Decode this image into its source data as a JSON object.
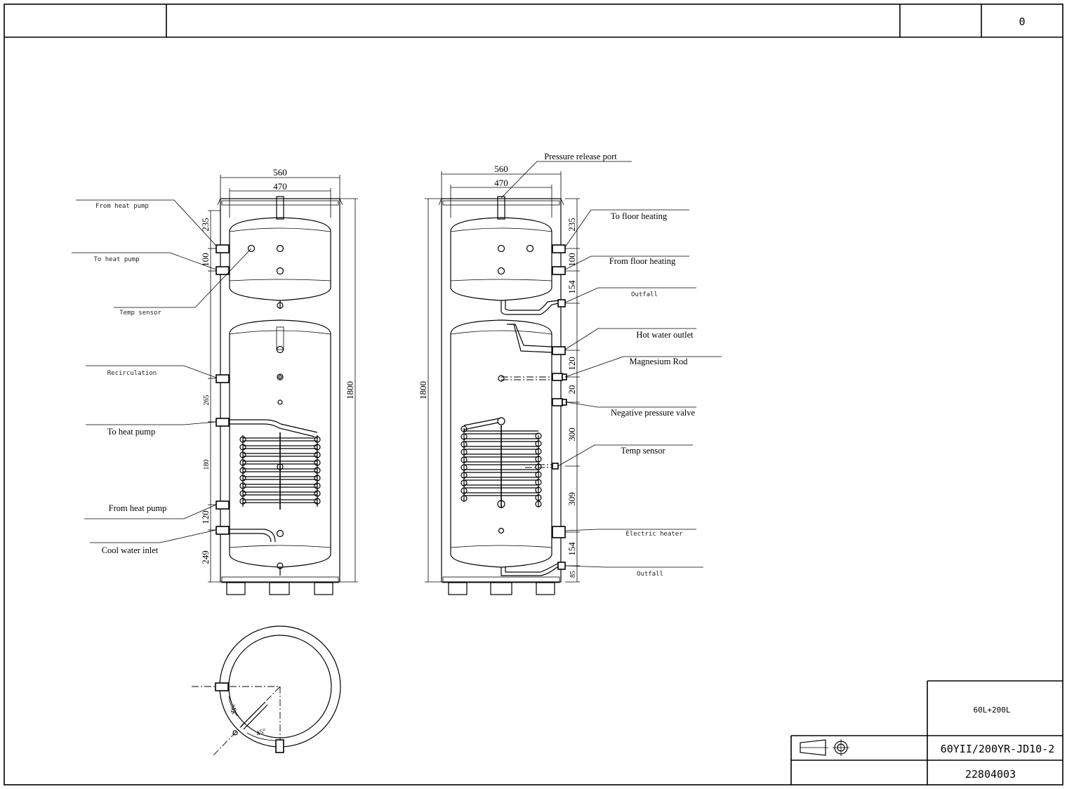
{
  "title_block": {
    "revision": "0",
    "capacity": "60L+200L",
    "model": "60YII/200YR-JD10-2",
    "drawing_no": "22804003"
  },
  "left_view": {
    "width_outer": "560",
    "width_inner": "470",
    "height": "1800",
    "labels": {
      "from_heat_pump_top": "From heat pump",
      "to_heat_pump_top": "To heat pump",
      "temp_sensor": "Temp sensor",
      "recirculation": "Recirculation",
      "to_heat_pump": "To heat pump",
      "from_heat_pump": "From heat pump",
      "cool_water_inlet": "Cool water inlet"
    },
    "dims": {
      "d235": "235",
      "d100": "100",
      "d265": "265",
      "d180": "180",
      "d120": "120",
      "d249": "249"
    }
  },
  "right_view": {
    "width_outer": "560",
    "width_inner": "470",
    "height": "1800",
    "labels": {
      "pressure_release_port": "Pressure release port",
      "to_floor_heating": "To floor heating",
      "from_floor_heating": "From floor heating",
      "outfall_top": "Outfall",
      "hot_water_outlet": "Hot water outlet",
      "magnesium_rod": "Magnesium Rod",
      "negative_pressure_valve": "Negative pressure valve",
      "temp_sensor": "Temp sensor",
      "electric_heater": "Electric heater",
      "outfall_bottom": "Outfall"
    },
    "dims": {
      "d235": "235",
      "d100": "100",
      "d154a": "154",
      "d120": "120",
      "d20": "20",
      "d300": "300",
      "d309": "309",
      "d154b": "154",
      "d85": "85"
    }
  },
  "plan_view": {
    "angle_a": "45°",
    "angle_b": "45°"
  }
}
